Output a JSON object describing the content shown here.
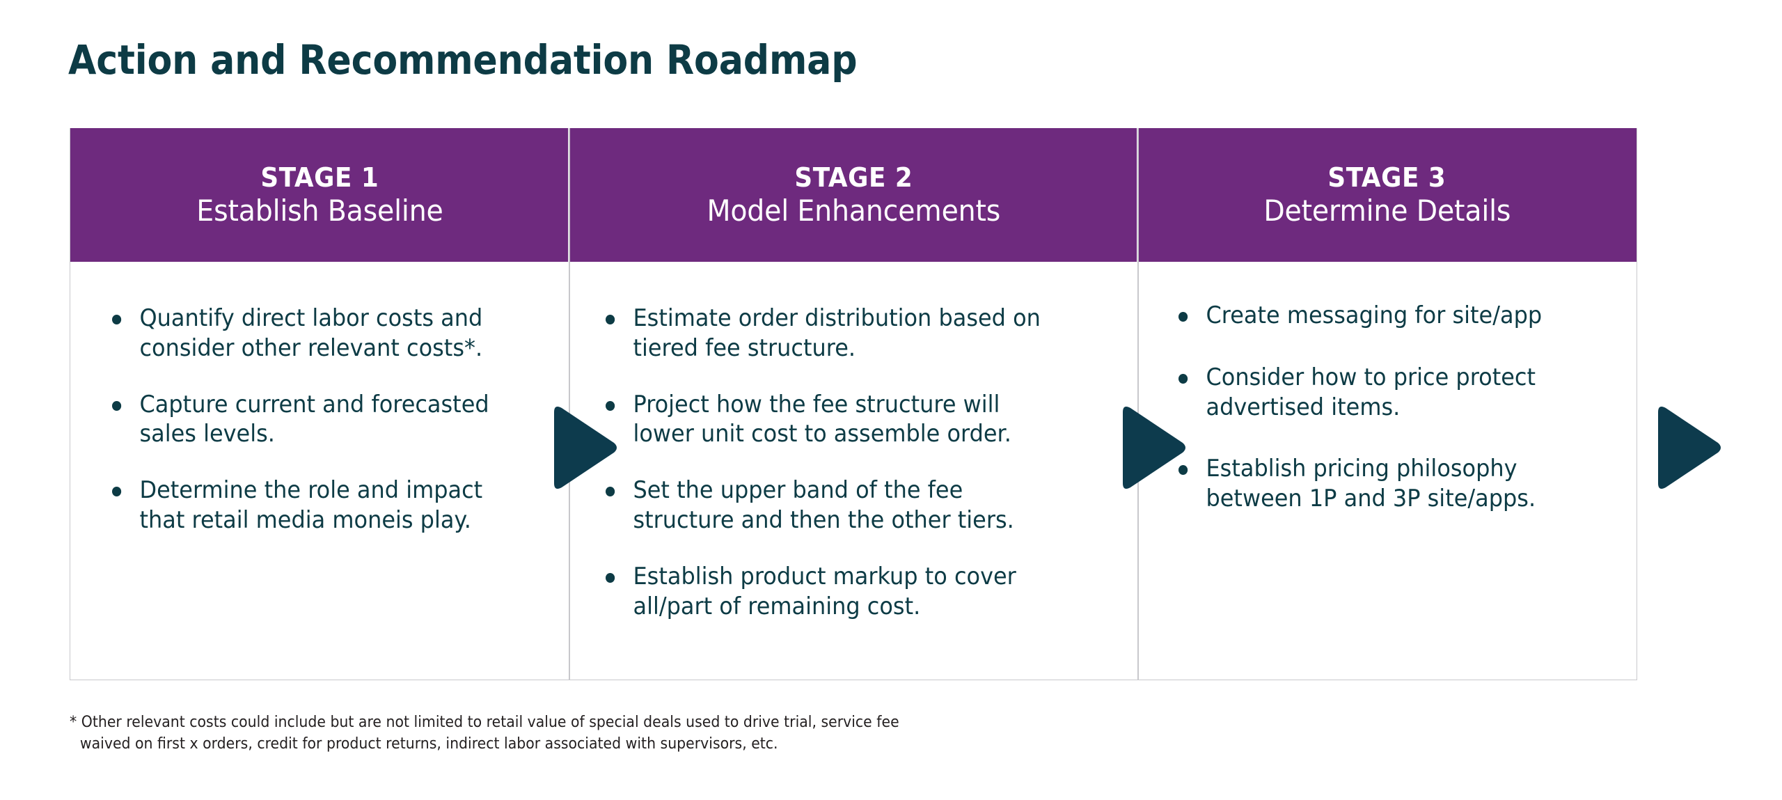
{
  "title": "Action and Recommendation Roadmap",
  "colors": {
    "header_purple": "#6e2a7e",
    "text_teal": "#0d3b45",
    "arrow_navy": "#0d3b4d",
    "border_gray": "#c8c8cc",
    "footnote_text": "#231f20",
    "background": "#ffffff"
  },
  "stages": [
    {
      "number": "STAGE 1",
      "name": "Establish Baseline",
      "bullets": [
        "Quantify direct labor costs and consider other relevant costs*.",
        "Capture current and forecasted sales levels.",
        "Determine the role and impact that retail media moneis play."
      ]
    },
    {
      "number": "STAGE 2",
      "name": "Model Enhancements",
      "bullets": [
        "Estimate order distribution based on tiered fee structure.",
        "Project how the fee structure will lower unit cost to assemble order.",
        "Set the upper band of the fee structure and then the other tiers.",
        "Establish product markup to cover all/part of remaining cost."
      ]
    },
    {
      "number": "STAGE 3",
      "name": "Determine Details",
      "bullets": [
        "Create messaging for site/app",
        "Consider how to  price protect advertised items.",
        "Establish pricing philosophy between 1P and 3P site/apps."
      ]
    }
  ],
  "arrows": [
    {
      "name": "stage-1-to-2-arrow"
    },
    {
      "name": "stage-2-to-3-arrow"
    },
    {
      "name": "stage-3-next-arrow"
    }
  ],
  "footnote": {
    "line_1": "* Other relevant costs could include but are not limited to retail value of special deals used to drive trial, service fee",
    "line_2": "waived on first x orders, credit for product returns, indirect labor associated with supervisors, etc."
  }
}
